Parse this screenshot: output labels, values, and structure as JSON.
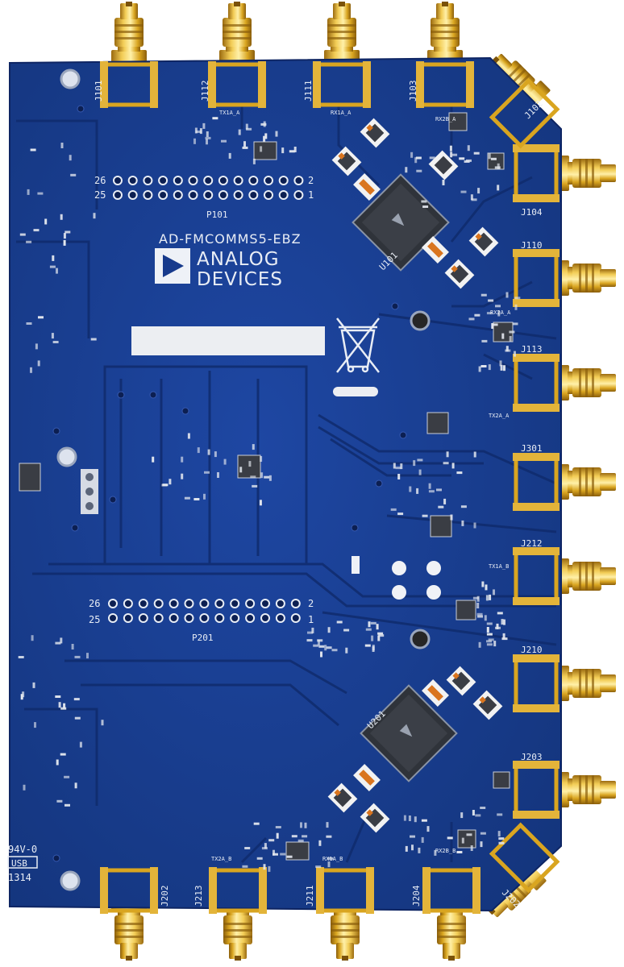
{
  "board": {
    "model": "AD-FMCOMMS5-EBZ",
    "brand_line1": "ANALOG",
    "brand_line2": "DEVICES",
    "ics": [
      "U101",
      "U201"
    ],
    "headers": [
      {
        "name": "P101",
        "pin_left_top": "26",
        "pin_left_bottom": "25",
        "pin_right_top": "2",
        "pin_right_bottom": "1"
      },
      {
        "name": "P201",
        "pin_left_top": "26",
        "pin_left_bottom": "25",
        "pin_right_top": "2",
        "pin_right_bottom": "1"
      }
    ],
    "connectors_top": [
      "J101",
      "J112",
      "J111",
      "J103"
    ],
    "connectors_right": [
      "J102",
      "J104",
      "J110",
      "J113",
      "J301",
      "J212",
      "J210",
      "J203",
      "J202"
    ],
    "connectors_bottom": [
      "J202",
      "J213",
      "J211",
      "J204"
    ],
    "marking_lines": [
      "94V-0",
      "USB",
      "1314"
    ],
    "net_labels": [
      "TX1A_A",
      "RX1A_A",
      "RX2B_A",
      "RX2A_A",
      "TX2A_A",
      "TX1A_B",
      "TX2A_B",
      "RX1A_B",
      "RX2B_B"
    ]
  },
  "colors": {
    "pcb": "#173a8c",
    "pcb_dark": "#0f2a6b",
    "gold": "#d9a520",
    "silkscreen": "#e8edf5",
    "chip": "#3a3d44"
  }
}
